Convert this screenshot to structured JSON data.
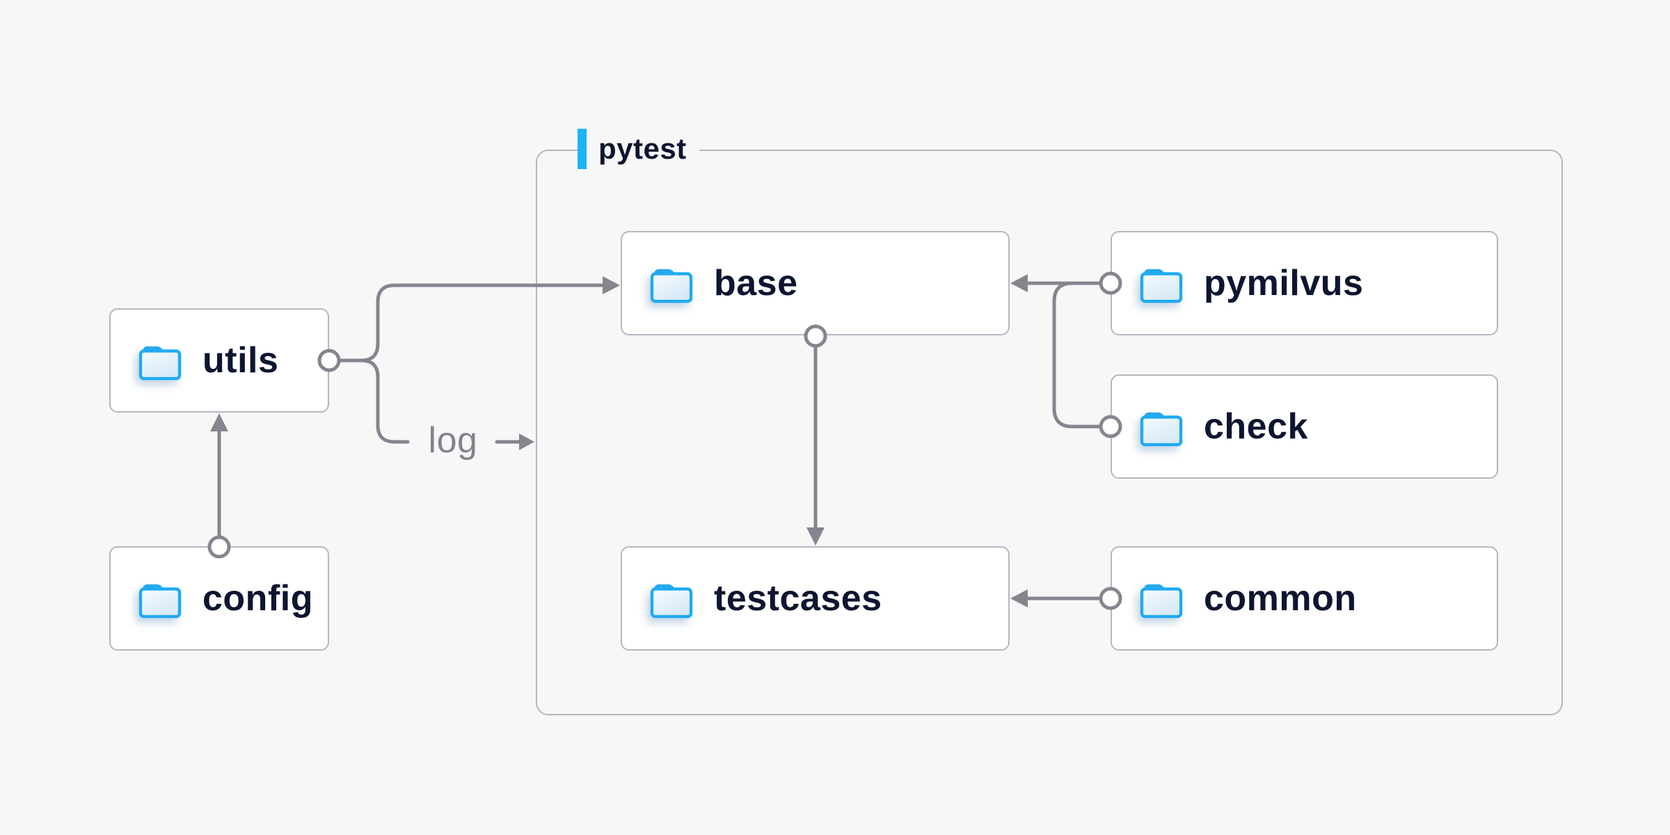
{
  "diagram": {
    "type": "folder-structure-diagram",
    "background_color": "#f7f7f8",
    "group": {
      "label": "pytest",
      "accent_color": "#1db4f5",
      "border_color": "#b6b6c2"
    },
    "nodes": [
      {
        "id": "utils",
        "label": "utils",
        "icon": "folder-icon",
        "inside_group": false
      },
      {
        "id": "config",
        "label": "config",
        "icon": "folder-icon",
        "inside_group": false
      },
      {
        "id": "base",
        "label": "base",
        "icon": "folder-icon",
        "inside_group": true
      },
      {
        "id": "testcases",
        "label": "testcases",
        "icon": "folder-icon",
        "inside_group": true
      },
      {
        "id": "pymilvus",
        "label": "pymilvus",
        "icon": "folder-icon",
        "inside_group": true
      },
      {
        "id": "check",
        "label": "check",
        "icon": "folder-icon",
        "inside_group": true
      },
      {
        "id": "common",
        "label": "common",
        "icon": "folder-icon",
        "inside_group": true
      }
    ],
    "edges": [
      {
        "from": "config",
        "to": "utils",
        "label": ""
      },
      {
        "from": "utils",
        "to": "base",
        "label": ""
      },
      {
        "from": "utils",
        "to": "pytest",
        "label": "log"
      },
      {
        "from": "pymilvus",
        "to": "base",
        "label": ""
      },
      {
        "from": "check",
        "to": "base",
        "label": ""
      },
      {
        "from": "base",
        "to": "testcases",
        "label": ""
      },
      {
        "from": "common",
        "to": "testcases",
        "label": ""
      }
    ],
    "colors": {
      "connector": "#85858f",
      "node_border": "#b6b6c2",
      "node_background": "#ffffff",
      "label_text": "#0d1530",
      "edge_label_text": "#83838d",
      "folder_stroke": "#1faaf1",
      "folder_tab": "#27a8ec"
    }
  }
}
